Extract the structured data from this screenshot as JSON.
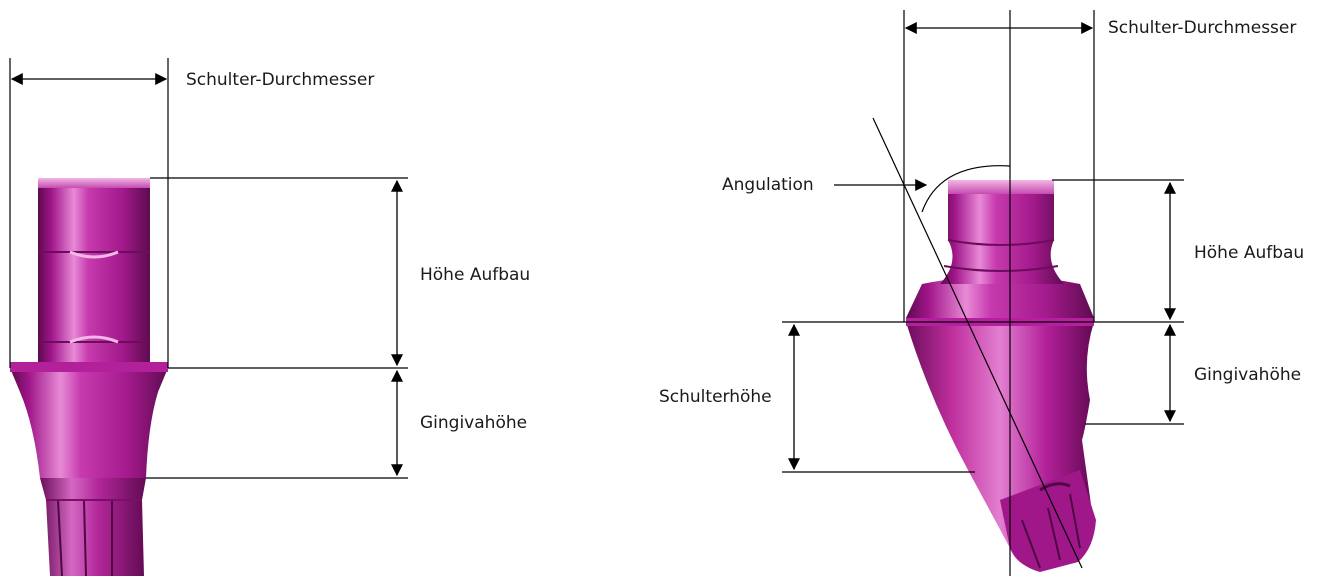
{
  "colors": {
    "abutment_light": "#e27fd0",
    "abutment_mid": "#b81fa0",
    "abutment_dark": "#6e0a5c",
    "line": "#000000",
    "background": "#ffffff"
  },
  "straight_abutment": {
    "labels": {
      "shoulder_diameter": "Schulter-Durchmesser",
      "abutment_height": "Höhe Aufbau",
      "gingiva_height": "Gingivahöhe"
    }
  },
  "angled_abutment": {
    "labels": {
      "shoulder_diameter": "Schulter-Durchmesser",
      "angulation": "Angulation",
      "abutment_height": "Höhe Aufbau",
      "shoulder_height": "Schulterhöhe",
      "gingiva_height": "Gingivahöhe"
    }
  }
}
